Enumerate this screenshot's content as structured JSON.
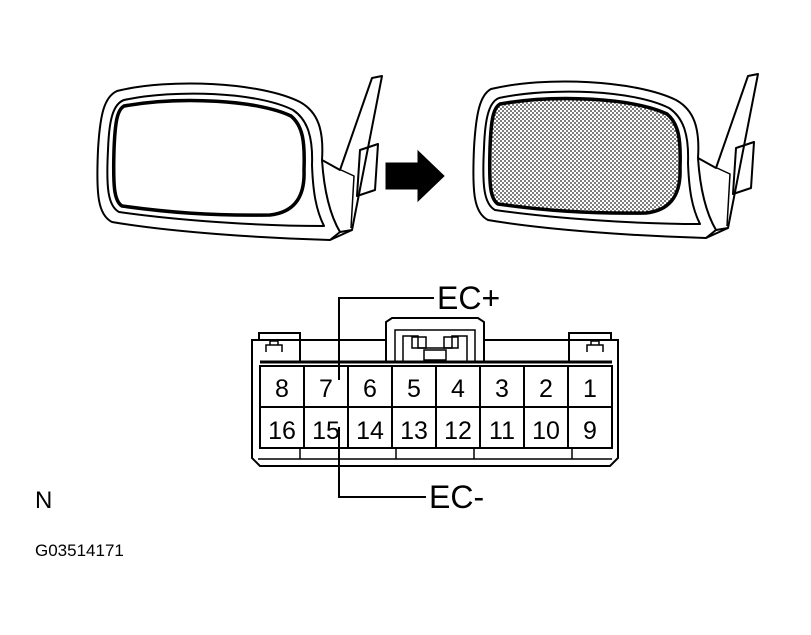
{
  "connector": {
    "pins_top": [
      "8",
      "7",
      "6",
      "5",
      "4",
      "3",
      "2",
      "1"
    ],
    "pins_bottom": [
      "16",
      "15",
      "14",
      "13",
      "12",
      "11",
      "10",
      "9"
    ]
  },
  "labels": {
    "ec_plus": "EC+",
    "ec_minus": "EC-",
    "corner_mark": "N",
    "figure_code": "G03514171"
  }
}
